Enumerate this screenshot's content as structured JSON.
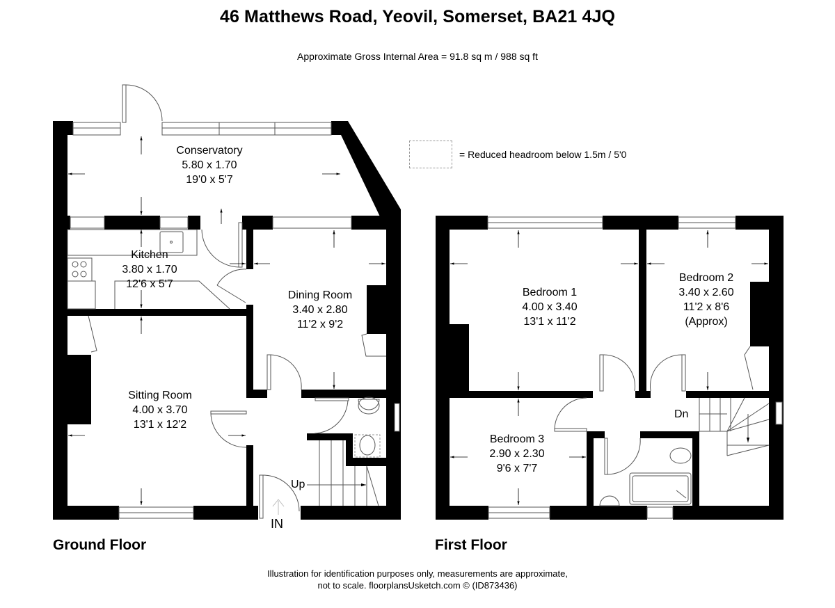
{
  "header": {
    "title": "46 Matthews Road, Yeovil, Somerset, BA21 4JQ",
    "area": "Approximate Gross Internal Area = 91.8 sq m / 988 sq ft"
  },
  "legend": {
    "text": "= Reduced headroom below 1.5m / 5'0"
  },
  "ground_floor": {
    "label": "Ground Floor",
    "rooms": [
      {
        "name": "Conservatory",
        "metric": "5.80 x 1.70",
        "imperial": "19'0 x 5'7"
      },
      {
        "name": "Kitchen",
        "metric": "3.80 x 1.70",
        "imperial": "12'6 x 5'7"
      },
      {
        "name": "Dining Room",
        "metric": "3.40 x 2.80",
        "imperial": "11'2 x 9'2"
      },
      {
        "name": "Sitting Room",
        "metric": "4.00 x 3.70",
        "imperial": "13'1 x 12'2"
      }
    ],
    "stairs_label": "Up",
    "entrance_label": "IN"
  },
  "first_floor": {
    "label": "First Floor",
    "rooms": [
      {
        "name": "Bedroom 1",
        "metric": "4.00 x 3.40",
        "imperial": "13'1 x 11'2"
      },
      {
        "name": "Bedroom 2",
        "metric": "3.40 x 2.60",
        "imperial": "11'2 x 8'6",
        "note": "(Approx)"
      },
      {
        "name": "Bedroom 3",
        "metric": "2.90 x 2.30",
        "imperial": "9'6 x 7'7"
      }
    ],
    "stairs_label": "Dn"
  },
  "footer": {
    "line1": "Illustration for identification purposes only, measurements are approximate,",
    "line2": "not to scale. floorplansUsketch.com © (ID873436)"
  },
  "colors": {
    "wall": "#000000",
    "line": "#555555",
    "legend_dash": "#999999"
  }
}
